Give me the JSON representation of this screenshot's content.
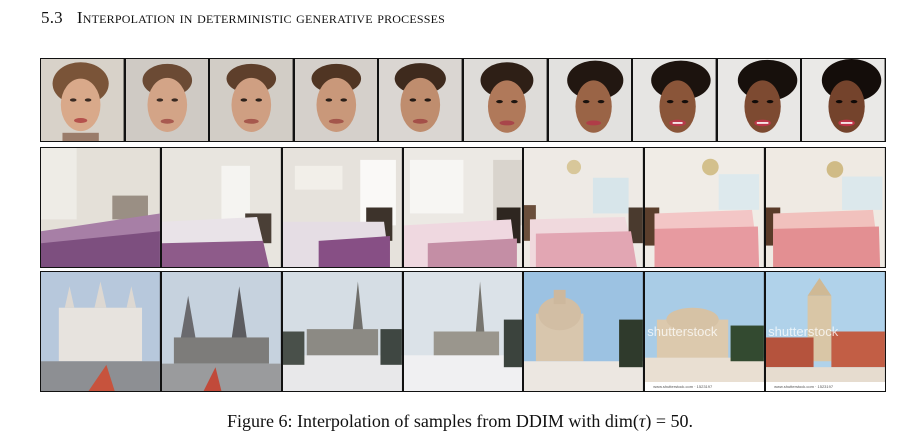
{
  "section": {
    "number": "5.3",
    "title": "Interpolation in deterministic generative processes"
  },
  "figure": {
    "rows": [
      {
        "name": "faces",
        "count": 10
      },
      {
        "name": "bedrooms",
        "count": 7
      },
      {
        "name": "churches",
        "count": 7
      }
    ],
    "watermark_text": "shutterstock",
    "watermark_footer": "www.shutterstock.com · 1523197"
  },
  "caption": {
    "prefix": "Figure 6: Interpolation of samples from DDIM with ",
    "math_fn": "dim",
    "math_open": "(",
    "math_var": "τ",
    "math_close": ") = 50",
    "suffix": "."
  }
}
